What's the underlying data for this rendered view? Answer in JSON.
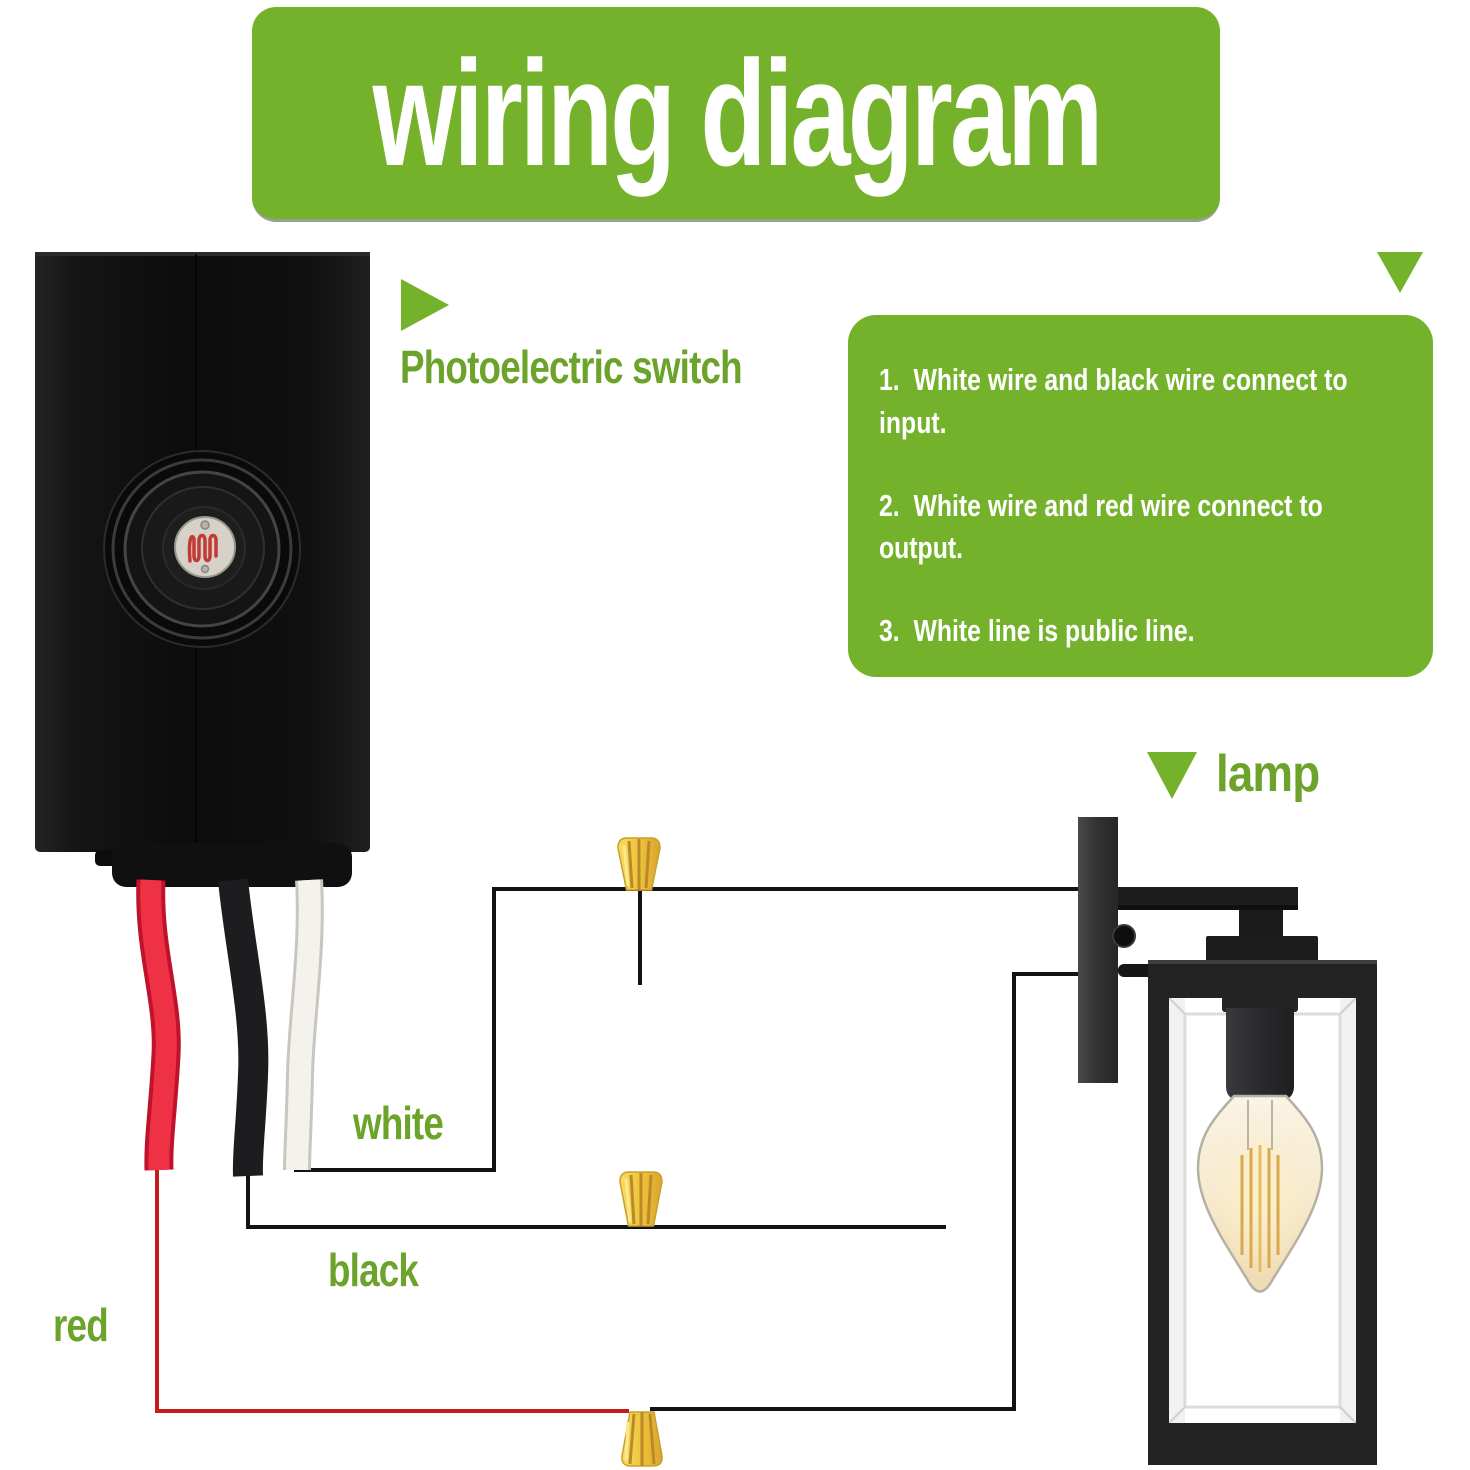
{
  "banner": {
    "title": "wiring diagram"
  },
  "device": {
    "label": "Photoelectric switch"
  },
  "lamp": {
    "label": "lamp"
  },
  "wire_labels": {
    "white": "white",
    "black": "black",
    "red": "red"
  },
  "instructions": {
    "items": [
      "1.  White wire and black wire connect to\ninput.",
      "2.  White wire and red wire connect to\noutput.",
      "3.  White line is public line."
    ]
  },
  "icons": {
    "switch_pointer": "arrow-right-icon",
    "instructions_pointer": "arrow-down-icon",
    "lamp_pointer": "arrow-down-icon",
    "wire_connectors": "wire-nut-icon"
  },
  "colors": {
    "accent_green": "#74b22b",
    "label_green": "#6ca32a",
    "wire_red": "#e6293c",
    "wire_black": "#1d1d1f",
    "wire_white": "#f4f2ed",
    "thin_line_black": "#131313",
    "thin_line_red": "#c51d1d",
    "nut_yellow": "#eec33a",
    "background": "#ffffff"
  }
}
